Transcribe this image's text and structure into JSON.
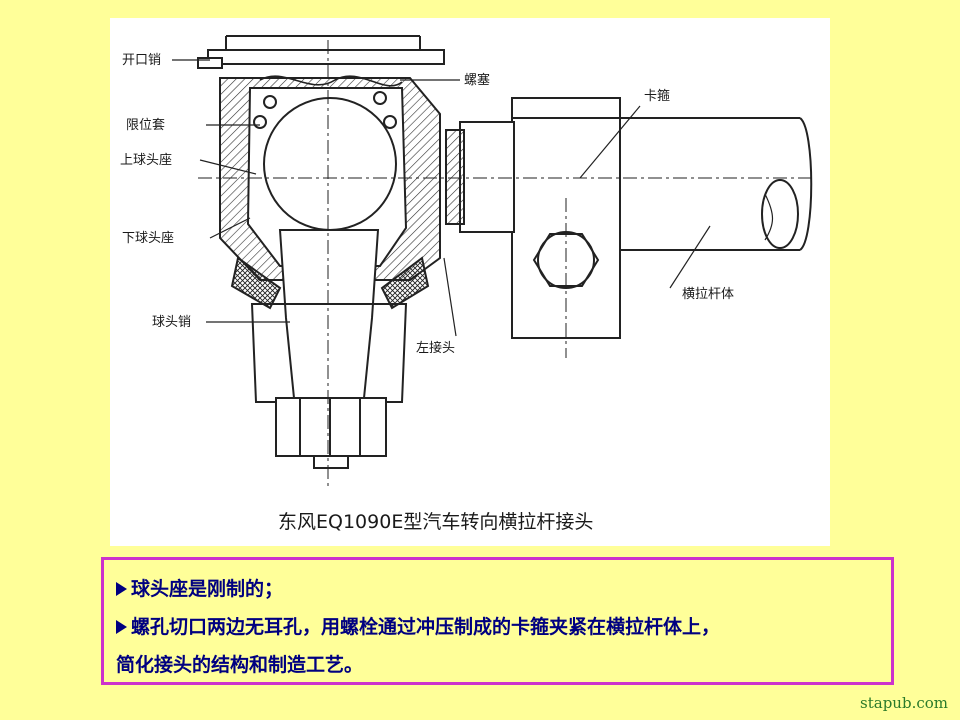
{
  "diagram": {
    "caption": "东风EQ1090E型汽车转向横拉杆接头",
    "labels": {
      "cotter_pin": "开口销",
      "screw_plug": "螺塞",
      "clamp": "卡箍",
      "limit_sleeve": "限位套",
      "upper_ball_seat": "上球头座",
      "lower_ball_seat": "下球头座",
      "ball_pin": "球头销",
      "tie_rod_body": "横拉杆体",
      "left_joint": "左接头"
    }
  },
  "notes": {
    "line1": "球头座是刚制的；",
    "line2": "螺孔切口两边无耳孔，用螺栓通过冲压制成的卡箍夹紧在横拉杆体上，",
    "line3": "简化接头的结构和制造工艺。"
  },
  "watermark": "stapub.com",
  "colors": {
    "background": "#ffff99",
    "panel": "#ffffff",
    "border": "#cc33cc",
    "note_text": "#000080"
  }
}
